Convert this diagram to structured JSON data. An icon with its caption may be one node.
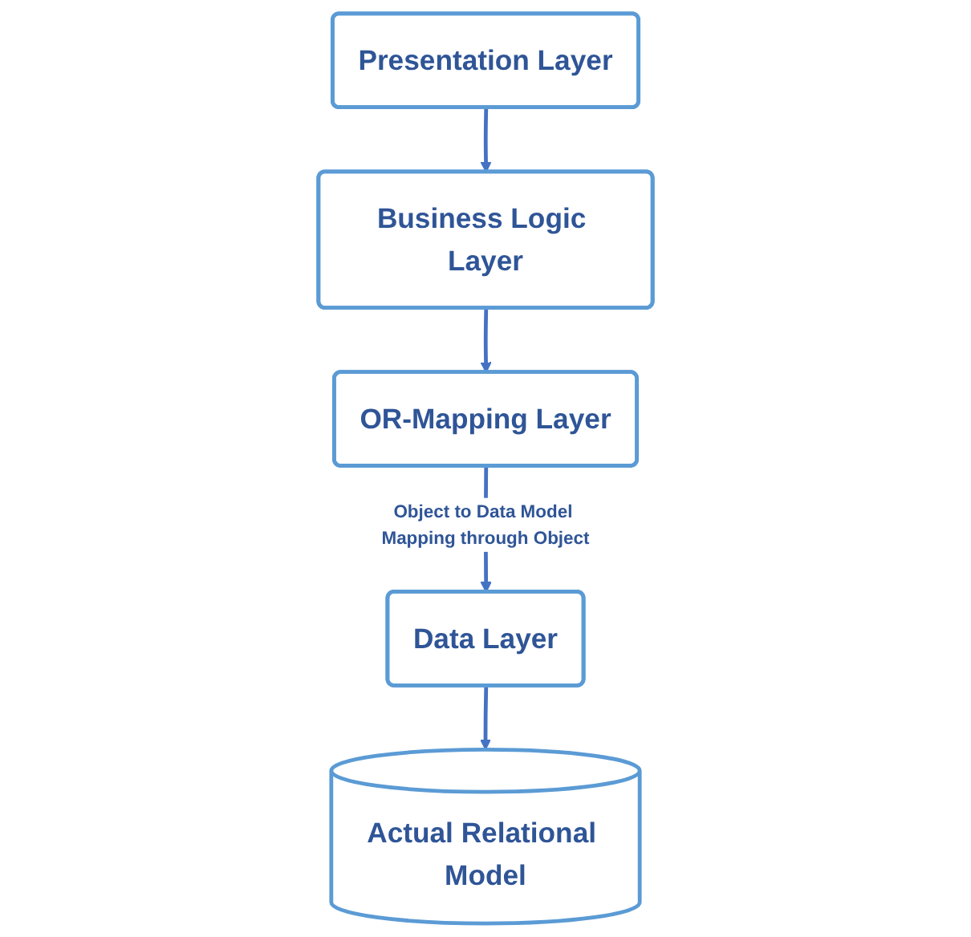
{
  "diagram": {
    "nodes": [
      {
        "text": [
          "Presentation Layer"
        ]
      },
      {
        "text": [
          "Business Logic Layer"
        ]
      },
      {
        "text": [
          "OR-Mapping Layer"
        ]
      },
      {
        "text": [
          "Data Layer"
        ]
      },
      {
        "text": [
          "Actual Relational Model"
        ]
      }
    ],
    "edges": [
      {
        "from": 0,
        "to": 1,
        "arrow": "to"
      },
      {
        "from": 1,
        "to": 2,
        "arrow": "to"
      },
      {
        "from": 2,
        "to": 3,
        "arrow": "to",
        "label": "Object to Data Model Mapping through Object"
      },
      {
        "from": 3,
        "to": 4,
        "arrow": "to"
      }
    ]
  }
}
